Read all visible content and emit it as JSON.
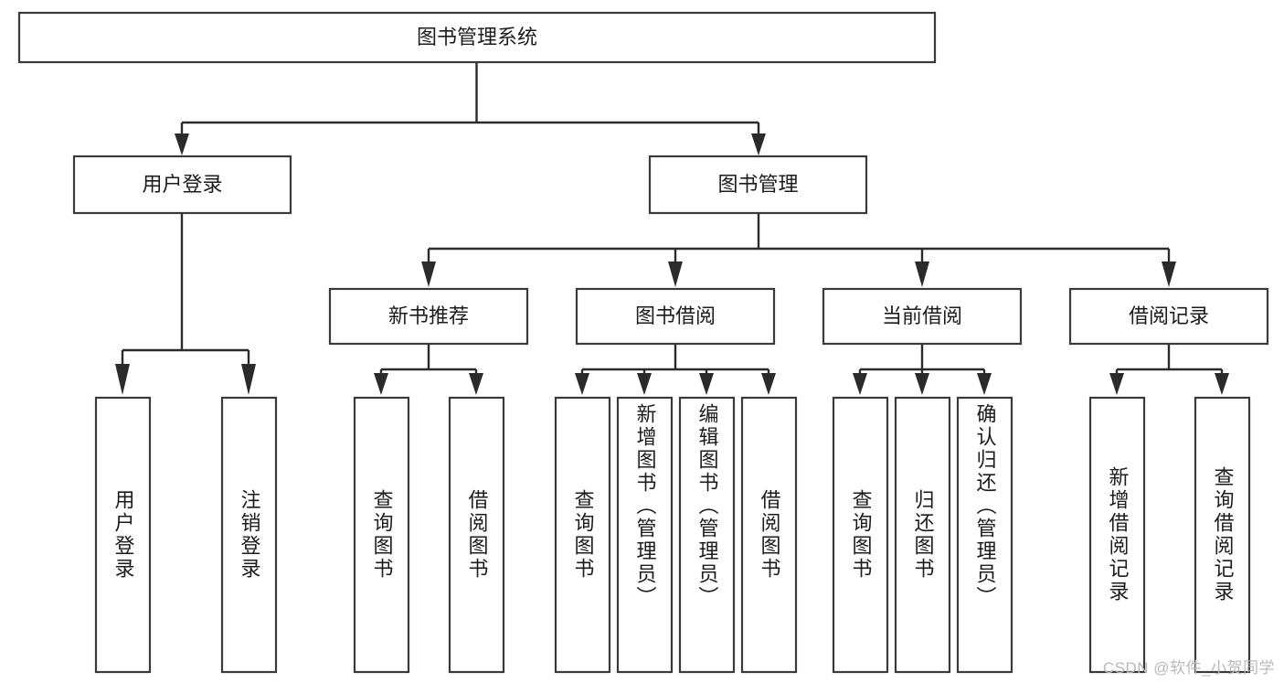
{
  "diagram": {
    "title": "图书管理系统",
    "watermark": "CSDN @软件_小贺同学",
    "colors": {
      "box_fill": "#ffffff",
      "box_stroke": "#3a3a3a",
      "connector": "#2b2b2b",
      "text": "#1c1c1c",
      "watermark": "#b9b9b9"
    },
    "root": {
      "label": "图书管理系统",
      "orientation": "horizontal"
    },
    "level2": [
      {
        "label": "用户登录",
        "orientation": "horizontal"
      },
      {
        "label": "图书管理",
        "orientation": "horizontal"
      }
    ],
    "level3": [
      {
        "label": "新书推荐",
        "orientation": "horizontal",
        "parent": "图书管理"
      },
      {
        "label": "图书借阅",
        "orientation": "horizontal",
        "parent": "图书管理"
      },
      {
        "label": "当前借阅",
        "orientation": "horizontal",
        "parent": "图书管理"
      },
      {
        "label": "借阅记录",
        "orientation": "horizontal",
        "parent": "图书管理"
      }
    ],
    "leaves": {
      "user_login": [
        {
          "label": "用户登录",
          "orientation": "vertical"
        },
        {
          "label": "注销登录",
          "orientation": "vertical"
        }
      ],
      "new_book_recommend": [
        {
          "label": "查询图书",
          "orientation": "vertical"
        },
        {
          "label": "借阅图书",
          "orientation": "vertical"
        }
      ],
      "book_borrow": [
        {
          "label": "查询图书",
          "orientation": "vertical"
        },
        {
          "label": "新增图书（管理员）",
          "orientation": "vertical"
        },
        {
          "label": "编辑图书（管理员）",
          "orientation": "vertical"
        },
        {
          "label": "借阅图书",
          "orientation": "vertical"
        }
      ],
      "current_borrow": [
        {
          "label": "查询图书",
          "orientation": "vertical"
        },
        {
          "label": "归还图书",
          "orientation": "vertical"
        },
        {
          "label": "确认归还（管理员）",
          "orientation": "vertical"
        }
      ],
      "borrow_record": [
        {
          "label": "新增借阅记录",
          "orientation": "vertical"
        },
        {
          "label": "查询借阅记录",
          "orientation": "vertical"
        }
      ]
    }
  }
}
